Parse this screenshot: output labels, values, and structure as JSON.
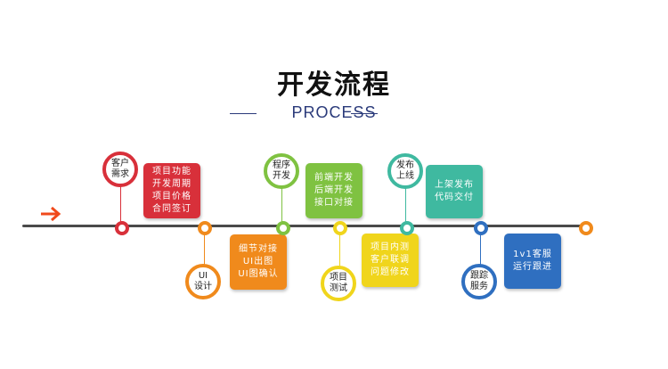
{
  "title": "开发流程",
  "subtitle": "PROCESS",
  "colors": {
    "red": "#d8303a",
    "orange": "#f08a1c",
    "green": "#7fc241",
    "yellow": "#f0d51c",
    "teal": "#3fb9a0",
    "blue": "#2f6fc0",
    "arrow": "#f04a1c",
    "line": "#4a4a4a"
  },
  "steps": [
    {
      "circle": "客户\n需求",
      "box": "项目功能\n开发周期\n项目价格\n合同签订"
    },
    {
      "circle": "UI\n设计",
      "box": "细节对接\nUI出图\nUI图确认"
    },
    {
      "circle": "程序\n开发",
      "box": "前端开发\n后端开发\n接口对接"
    },
    {
      "circle": "项目\n测试",
      "box": "项目内测\n客户联调\n问题修改"
    },
    {
      "circle": "发布\n上线",
      "box": "上架发布\n代码交付"
    },
    {
      "circle": "跟踪\n服务",
      "box": "1v1客服\n运行跟进"
    }
  ]
}
